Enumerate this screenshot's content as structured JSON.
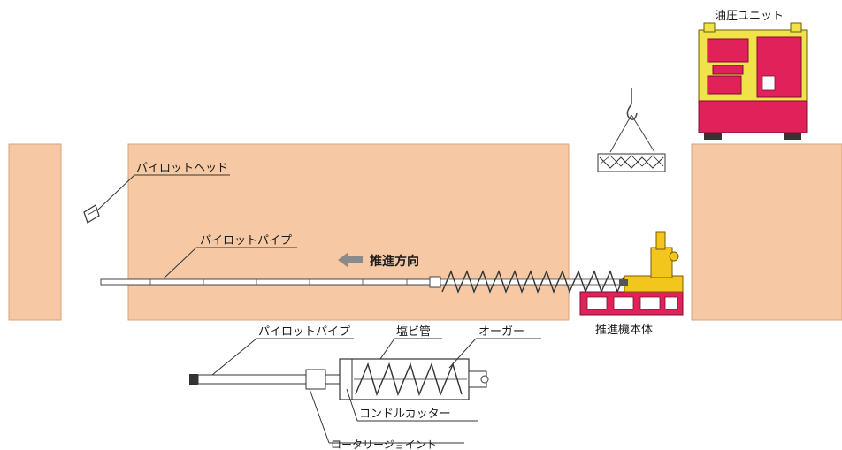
{
  "labels": {
    "hydraulic_unit": "油圧ユニット",
    "pilot_head": "パイロットヘッド",
    "pilot_pipe_top": "パイロットパイプ",
    "direction": "推進方向",
    "machine_body": "推進機本体",
    "pilot_pipe_detail": "パイロットパイプ",
    "pvc_pipe": "塩ビ管",
    "auger": "オーガー",
    "cone_cutter": "コンドルカッター",
    "rotary_joint": "ロータリージョイント"
  },
  "colors": {
    "ground": "#f6c9a4",
    "ground_edge": "#d9a17a",
    "unit_body": "#f2e24a",
    "unit_base": "#e0215a",
    "machine_base": "#e0215a",
    "machine_top": "#f2c61c",
    "arrow": "#8a8a8a"
  }
}
